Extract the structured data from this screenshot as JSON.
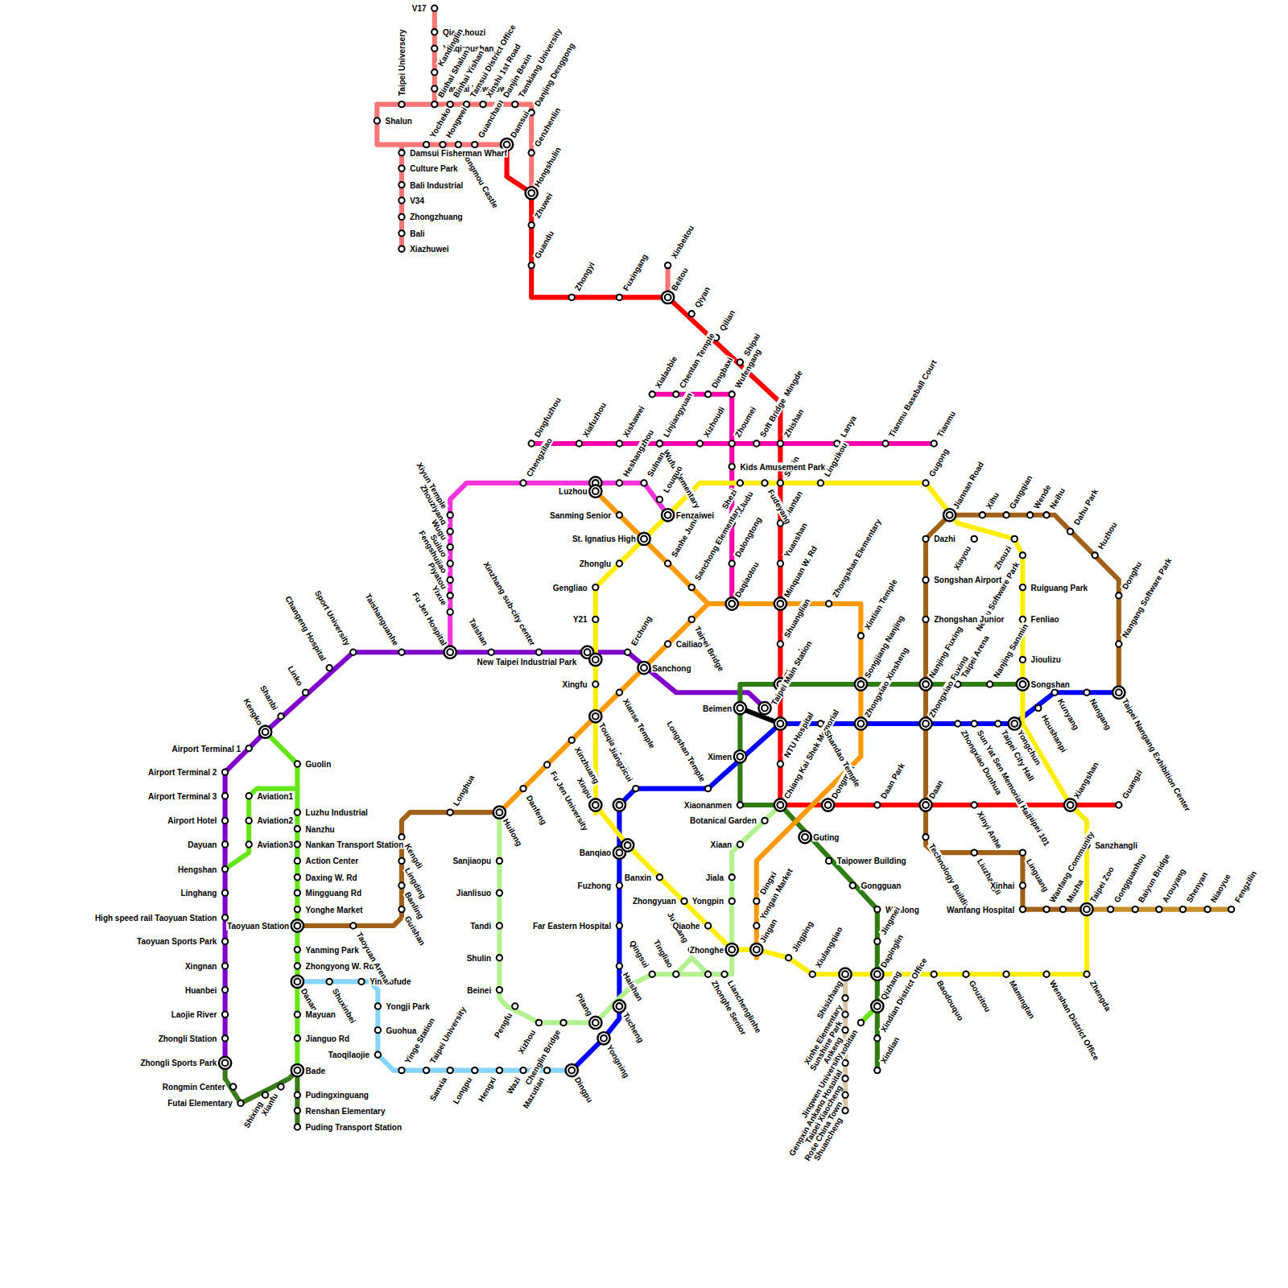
{
  "diagram": {
    "labels": [
      "V17",
      "Qianzhouzi",
      "Xiaqiroushan",
      "Kandinglin",
      "Danhai New Town",
      "Taipei Universery",
      "Shalun",
      "Binhai Shalun",
      "Binhai Yishan",
      "Tamsui District Office",
      "Xinshi 1st Road",
      "Danjin Bexin",
      "Tamkiang University",
      "Danjing Denggong",
      "Yocheko",
      "Hongwei",
      "Hongmou Castle",
      "Guanchao",
      "Damsui",
      "Genzhenlin",
      "Hongshulin",
      "Damsui Fisherman Wharf",
      "Culture Park",
      "Bali Industrial",
      "V34",
      "Zhongzhuang",
      "Bali",
      "Xiazhuwei",
      "Zhuwei",
      "Guandu",
      "Zhongyi",
      "Fuxingang",
      "Xinbeitou",
      "Beitou",
      "Qiyan",
      "Qilian",
      "Shipai",
      "Mingde",
      "Zhishan",
      "Shilin",
      "Jiantan",
      "Yuanshan",
      "Minquan W. Rd",
      "Shuanglian",
      "Zhongshan",
      "Taipei Main Station",
      "NTU Hospital",
      "Chiang Kai Shek Memorial",
      "Dongmen",
      "Daan Park",
      "Daan",
      "Xinyi Anhe",
      "Taipei 101",
      "Xiangshan",
      "Guangzi",
      "Dingfuzhou",
      "Xiafuzhou",
      "Xishawei",
      "Wufu Elementary",
      "Linjiangyuan",
      "Xizhoudi",
      "Zhoumei",
      "Soft Bridge",
      "Lanya",
      "Tianmu Baseball Court",
      "Tianmu",
      "Xialaobie",
      "Chentan Temple",
      "Dingbaxi",
      "Wufengang",
      "Kids Amusement Park",
      "Huludu",
      "Dalongtong",
      "Daqiaotou",
      "Shezi",
      "Fudeyang",
      "Sanchong Elementary",
      "Sanhe Junior",
      "Chengzilao",
      "Luzhou",
      "Heshangzhou",
      "Sulnan",
      "Louquo",
      "Fenzaiwei",
      "Xiyun Temple",
      "Zhouziyang",
      "Wugu",
      "Suiluo",
      "Fengshujiao",
      "Piyatou",
      "Yixue",
      "Fu Jen Hospital",
      "Taishanguanhe",
      "Sport University",
      "Changeng Hospital",
      "Linko",
      "Shanbi",
      "Kengko",
      "Airport Terminal 1",
      "Airport Terminal 2",
      "Airport Terminal 3",
      "Airport Hotel",
      "Dayuan",
      "Hengshan",
      "Linghang",
      "High speed rail Taoyuan Station",
      "Taoyuan Sports Park",
      "Xingnan",
      "Huanbei",
      "Laojie River",
      "Zhongli Station",
      "Zhongli Sports Park",
      "Taishan",
      "Xinzhang sub-city center",
      "New Taipei Industrial Park",
      "Erchong",
      "Rongmin Center",
      "Futai Elementary",
      "Shixing",
      "Xianfu",
      "Pudingxinguang",
      "Renshan Elementary",
      "Puding Transport Station",
      "Bade",
      "Guolin",
      "Aviation1",
      "Aviation2",
      "Aviation3",
      "Luzhu Industrial",
      "Nanzhu",
      "Nankan Transport Station",
      "Action Center",
      "Daxing W. Rd",
      "Mingguang Rd",
      "Yonghe Market",
      "Taoyuan Station",
      "Yanming Park",
      "Zhongyong W. Rd",
      "Danan",
      "Mayuan",
      "Jianguo Rd",
      "Shuxinbei",
      "Yintaofude",
      "Yongji Park",
      "Guohua",
      "Taoqilaojie",
      "Yinge Station",
      "Taipei University",
      "Sanxia",
      "Longpu",
      "Hengxi",
      "Wazi",
      "Mazutian",
      "Dingpu",
      "Taoyuan Arena",
      "Guishan",
      "Banling",
      "Lingding",
      "Kengdi",
      "Longhua",
      "Huilong",
      "Sanjiaopu",
      "Jianlisuo",
      "Tandi",
      "Shulin",
      "Beinei",
      "Pengfu",
      "Xizhou",
      "Chenglin Bridge",
      "Pitang",
      "Qingsui",
      "Tingliao",
      "Juguang",
      "Zhonghe Senior",
      "Lianchenglinhe",
      "Yongpin",
      "Jiala",
      "Xiaan",
      "Botanical Garden",
      "Qiaohe",
      "Sanming Senior",
      "St. Ignatius High",
      "Taipei Bridge",
      "Cailiao",
      "Sanchong",
      "Xianse Temple",
      "Touqianzhuang",
      "Xinzhuang",
      "Fu Jen University",
      "Danfeng",
      "Zhongshan Elementary",
      "Xintian Temple",
      "Songjiang Nanjing",
      "Zhongxiao Xinsheng",
      "Dingxi",
      "Yongan Market",
      "Jingan",
      "Gengliao",
      "Y21",
      "Xingfu",
      "Zhonglu",
      "Xinpu",
      "Jiangzicui",
      "Longshan Temple",
      "Banqiao",
      "Banxin",
      "Zhongyuan",
      "Zhonghe",
      "Jingping",
      "Xiulangqiao",
      "Shisizhang",
      "Dapinglin",
      "Baodouquo",
      "Gouzitou",
      "Mamingtan",
      "Wenshan District Office",
      "Zhengda",
      "Taipei Zoo",
      "Sanzhangli",
      "Lingzikou",
      "Gugong",
      "Jiannan Road",
      "Xiayou",
      "Zhouzi",
      "Neihu Software Park",
      "Ruiguang Park",
      "Fenliao",
      "Jioulizu",
      "Songshan",
      "Yongchun",
      "Taipei City Hall",
      "Fuzhong",
      "Far Eastern Hospital",
      "Haishan",
      "Tucheng",
      "Yongning",
      "Sun Yat Sen Memorial Hall",
      "Zhongxiao Dunhua",
      "Zhongxiao Fuxing",
      "Shandao Temple",
      "Ximen",
      "Beimen",
      "Xiaonanmen",
      "Houshanpi",
      "Kunyang",
      "Nangang",
      "Taipei Nangang Exhibition Center",
      "Taipei Arena",
      "Nanjing Sanmin",
      "Nanjing Fuxing",
      "Guting",
      "Taipower Building",
      "Gongguan",
      "Wanlong",
      "Jingmei",
      "Qizhang",
      "Xindian District Office",
      "Xindian",
      "Xiaobitan",
      "Xinhe Elementary",
      "Sunshine Park",
      "Ankeng",
      "Jingwen University",
      "Gengxin Ankang Hospital",
      "Taipei Xiaocheng",
      "Rose China Town",
      "Shuancheng",
      "Dazhi",
      "Songshan Airport",
      "Zhongshan Junior",
      "Technology Building",
      "Liuzhangli",
      "Linguang",
      "Xinhai",
      "Wanfang Hospital",
      "Wanfang Community",
      "Muzha",
      "Xihu",
      "Gangqian",
      "Wende",
      "Neihu",
      "Dahu Park",
      "Huzhou",
      "Donghu",
      "Nangang Software Park",
      "Gongguanhou",
      "Baiyun Bridge",
      "Arouyang",
      "Shenyan",
      "Niaoyue",
      "Fengzilin"
    ]
  }
}
